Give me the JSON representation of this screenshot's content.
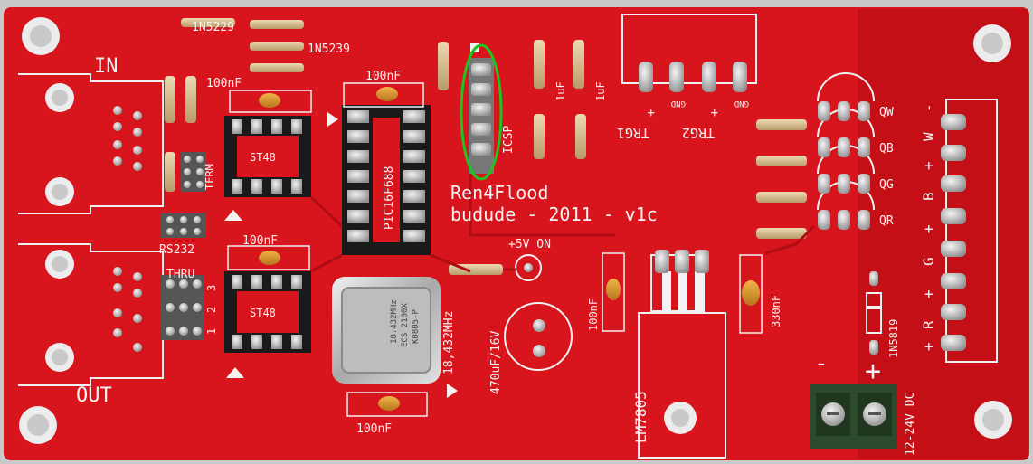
{
  "board": {
    "title_line1": "Ren4Flood",
    "title_line2": "budude - 2011 - v1c",
    "pcb_color": "#d8141c",
    "silk_color": "#f2f2f2"
  },
  "ports": {
    "in": "IN",
    "out": "OUT",
    "term": "TERM",
    "rs232": "RS232",
    "thru": "THRU",
    "jumper_numbers": [
      "1",
      "2",
      "3"
    ]
  },
  "components": {
    "diode_a": "1N5229",
    "diode_b": "1N5239",
    "cap_top_left": "100nF",
    "cap_upper_mid": "100nF",
    "cap_pic_top": "100nF",
    "cap_bottom": "100nF",
    "cap_reg_left": "100nF",
    "cap_reg_right": "330nF",
    "ic1": "ST48",
    "ic2": "ST48",
    "mcu": "PIC16F688",
    "icsp": "ICSP",
    "crystal_freq": "18,432MHz",
    "crystal_marking": [
      "18.432MHz",
      "ECS 2100X",
      "K0805-P"
    ],
    "cap_1uf_a": "1uF",
    "cap_1uf_b": "1uF",
    "led_label": "+5V ON",
    "electrolytic": "470uF/16V",
    "regulator": "LM7805",
    "diode_power": "1N5819",
    "power_input": "12-24V DC"
  },
  "triggers": {
    "trg1": "TRG1",
    "trg2": "TRG2",
    "gnd": "GND",
    "plus": "+"
  },
  "outputs": {
    "qw": "QW",
    "qb": "QB",
    "qg": "QG",
    "qr": "QR",
    "terminal_labels": [
      "+",
      "R",
      "+",
      "G",
      "+",
      "B",
      "+",
      "W",
      "-"
    ]
  },
  "power": {
    "minus": "-",
    "plus": "+"
  }
}
